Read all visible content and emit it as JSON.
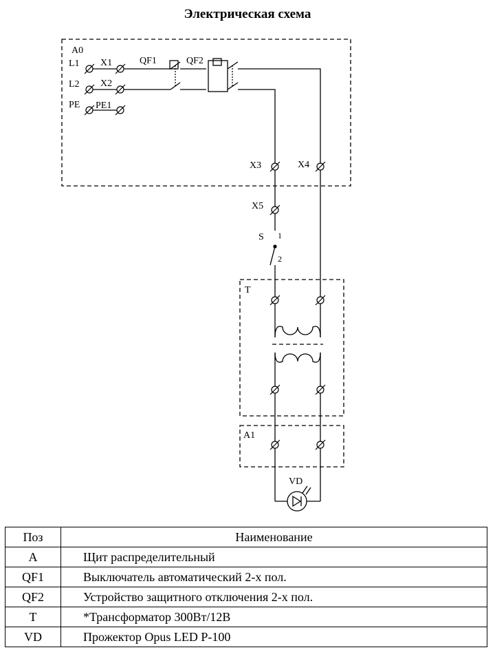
{
  "title": "Электрическая схема",
  "labels": {
    "a0": "A0",
    "l1": "L1",
    "l2": "L2",
    "pe": "PE",
    "x1": "X1",
    "x2": "X2",
    "pe1": "PE1",
    "qf1": "QF1",
    "qf2": "QF2",
    "x3": "X3",
    "x4": "X4",
    "x5": "X5",
    "s": "S",
    "s_pin1": "1",
    "s_pin2": "2",
    "t": "T",
    "a1": "A1",
    "vd": "VD"
  },
  "table": {
    "headers": [
      "Поз",
      "Наименование"
    ],
    "rows": [
      {
        "pos": "A",
        "name": "Щит распределительный"
      },
      {
        "pos": "QF1",
        "name": "Выключатель автоматический 2-х пол."
      },
      {
        "pos": "QF2",
        "name": "Устройство защитного отключения 2-х пол."
      },
      {
        "pos": "T",
        "name": "*Трансформатор 300Вт/12В"
      },
      {
        "pos": "VD",
        "name": "Прожектор Opus LED P-100"
      }
    ]
  }
}
